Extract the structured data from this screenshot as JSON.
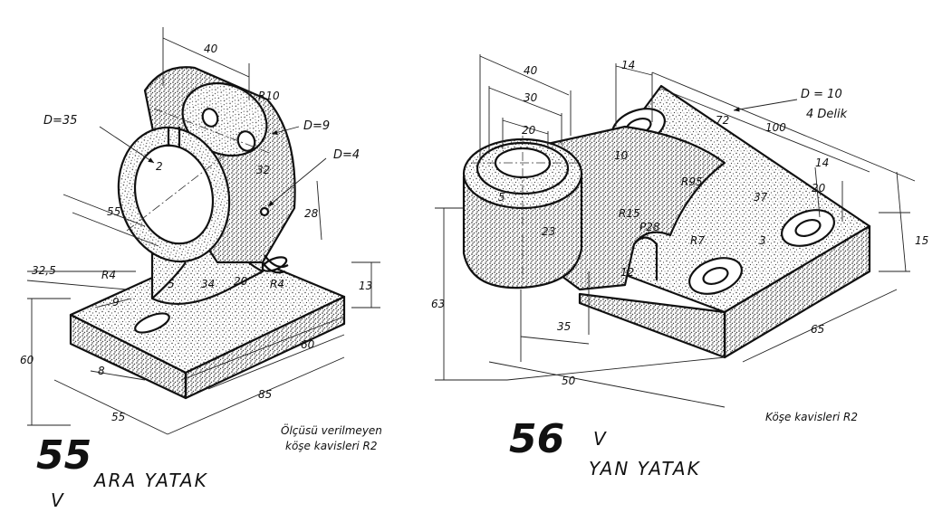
{
  "drawings": [
    {
      "number": "55",
      "name": "ARA YATAK",
      "check_mark": "V",
      "note_line1": "Ölçüsü verilmeyen",
      "note_line2": "köşe kavisleri R2",
      "dims": {
        "d40": "40",
        "r10": "R10",
        "d35": "D=35",
        "d9": "D=9",
        "d4": "D=4",
        "d2": "2",
        "d32": "32",
        "d55a": "55",
        "d28": "28",
        "d32_5": "32,5",
        "r4a": "R4",
        "d5": "5",
        "d34": "34",
        "d20": "20",
        "r4b": "R4",
        "d13": "13",
        "d9b": "9",
        "d60a": "60",
        "d60b": "60",
        "d8": "8",
        "d85": "85",
        "d55b": "55"
      }
    },
    {
      "number": "56",
      "name": "YAN YATAK",
      "check_mark": "V",
      "note_line1": "Köşe kavisleri R2",
      "dims": {
        "d40": "40",
        "d30": "30",
        "d20": "20",
        "d14a": "14",
        "d72": "72",
        "d100": "100",
        "dd10": "D = 10",
        "delik": "4 Delik",
        "d10": "10",
        "r95": "R95",
        "d14b": "14",
        "d20b": "20",
        "d37": "37",
        "d5": "5",
        "d23": "23",
        "r15": "R15",
        "p28": "P28",
        "r7": "R7",
        "d3": "3",
        "d12": "12",
        "d15": "15",
        "d63": "63",
        "d35": "35",
        "d50": "50",
        "d65": "65"
      }
    }
  ]
}
